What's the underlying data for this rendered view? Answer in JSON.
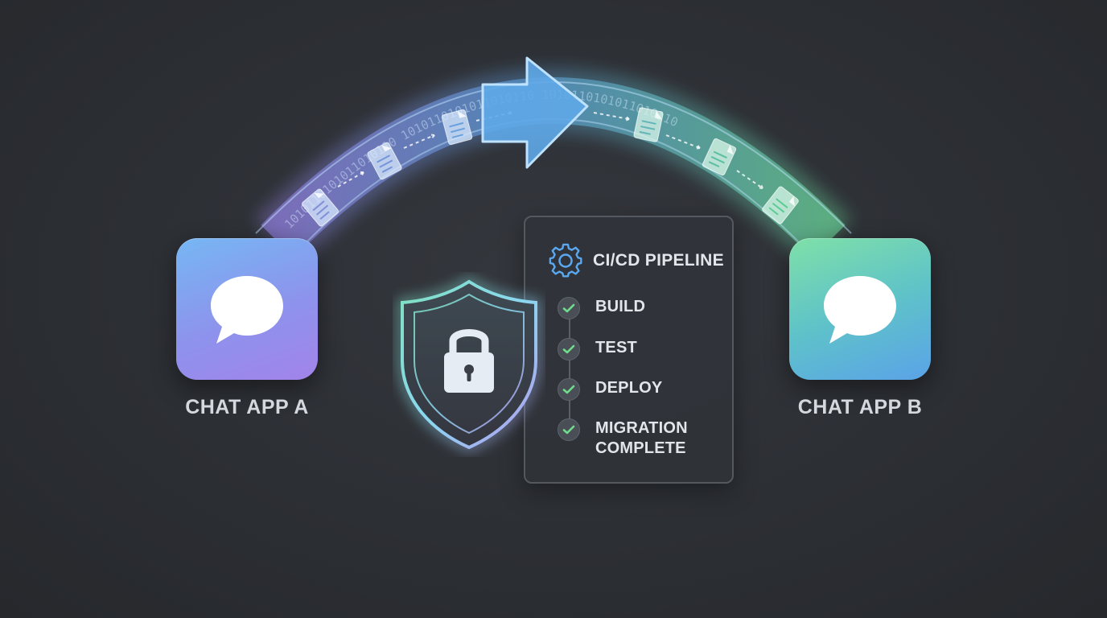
{
  "apps": {
    "source": {
      "label": "CHAT APP A",
      "icon": "chat-bubble-icon",
      "gradient": [
        "#76b7f4",
        "#a283ea"
      ]
    },
    "target": {
      "label": "CHAT APP B",
      "icon": "chat-bubble-icon",
      "gradient": [
        "#7fe0a8",
        "#5aa3e8"
      ]
    }
  },
  "transfer": {
    "arrow_icon": "arrow-right-icon",
    "document_icon": "document-icon",
    "binary_text": "1010110101011010110",
    "colors": {
      "start": "#9a87f0",
      "mid": "#5fa8e8",
      "end": "#6ee0a0"
    }
  },
  "security": {
    "icon": "shield-lock-icon"
  },
  "pipeline": {
    "title": "CI/CD PIPELINE",
    "icon": "gear-icon",
    "steps": [
      {
        "label": "BUILD",
        "status": "complete"
      },
      {
        "label": "TEST",
        "status": "complete"
      },
      {
        "label": "DEPLOY",
        "status": "complete"
      },
      {
        "label": "MIGRATION COMPLETE",
        "status": "complete"
      }
    ],
    "check_color": "#6fdc8c"
  }
}
